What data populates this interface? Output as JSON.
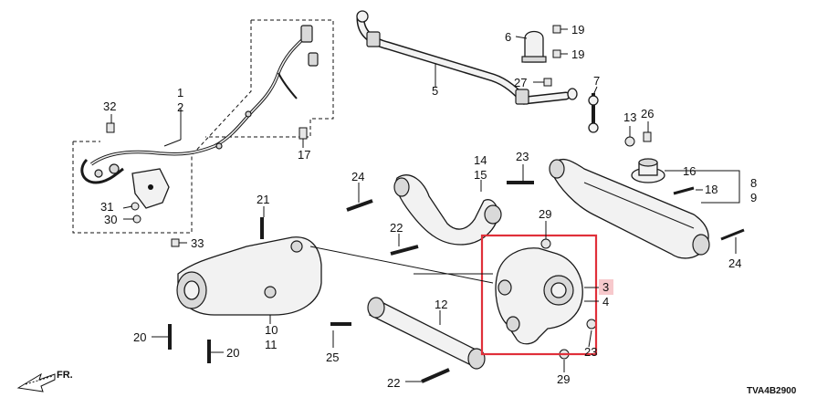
{
  "diagram": {
    "code": "TVA4B2900",
    "direction_label": "FR.",
    "highlight_color": "#e0303a",
    "highlight_part": "3",
    "callouts": [
      {
        "id": "c1",
        "label": "1"
      },
      {
        "id": "c2",
        "label": "2"
      },
      {
        "id": "c3",
        "label": "3"
      },
      {
        "id": "c4",
        "label": "4"
      },
      {
        "id": "c5",
        "label": "5"
      },
      {
        "id": "c6",
        "label": "6"
      },
      {
        "id": "c7",
        "label": "7"
      },
      {
        "id": "c8",
        "label": "8"
      },
      {
        "id": "c9",
        "label": "9"
      },
      {
        "id": "c10",
        "label": "10"
      },
      {
        "id": "c11",
        "label": "11"
      },
      {
        "id": "c12",
        "label": "12"
      },
      {
        "id": "c13",
        "label": "13"
      },
      {
        "id": "c14",
        "label": "14"
      },
      {
        "id": "c15",
        "label": "15"
      },
      {
        "id": "c16",
        "label": "16"
      },
      {
        "id": "c17",
        "label": "17"
      },
      {
        "id": "c18",
        "label": "18"
      },
      {
        "id": "c19a",
        "label": "19"
      },
      {
        "id": "c19b",
        "label": "19"
      },
      {
        "id": "c20a",
        "label": "20"
      },
      {
        "id": "c20b",
        "label": "20"
      },
      {
        "id": "c21",
        "label": "21"
      },
      {
        "id": "c22a",
        "label": "22"
      },
      {
        "id": "c22b",
        "label": "22"
      },
      {
        "id": "c23a",
        "label": "23"
      },
      {
        "id": "c23b",
        "label": "23"
      },
      {
        "id": "c24a",
        "label": "24"
      },
      {
        "id": "c24b",
        "label": "24"
      },
      {
        "id": "c25",
        "label": "25"
      },
      {
        "id": "c26",
        "label": "26"
      },
      {
        "id": "c27",
        "label": "27"
      },
      {
        "id": "c29a",
        "label": "29"
      },
      {
        "id": "c29b",
        "label": "29"
      },
      {
        "id": "c30",
        "label": "30"
      },
      {
        "id": "c31",
        "label": "31"
      },
      {
        "id": "c32",
        "label": "32"
      },
      {
        "id": "c33",
        "label": "33"
      }
    ]
  }
}
